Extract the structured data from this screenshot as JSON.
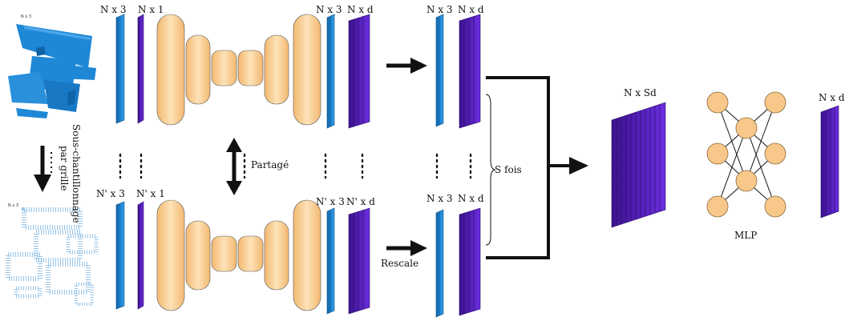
{
  "labels": {
    "nx3": "N x 3",
    "nx1": "N x 1",
    "nxd": "N x d",
    "npx3": "N' x 3",
    "npx1": "N' x 1",
    "npxd": "N' x d",
    "nxsd": "N x Sd",
    "partage": "Partagé",
    "rescale": "Rescale",
    "sfois": "S fois",
    "mlp": "MLP",
    "subsample_line1": "Sous-chantillonnage",
    "subsample_line2": "par grille"
  },
  "colors": {
    "point_cloud": "#1f88d6",
    "vector_blue": "#1a7fd0",
    "vector_purple": "#5b20c4",
    "encoder": "#f7c88c",
    "encoder_stroke": "#444444",
    "arrow": "#111111"
  }
}
